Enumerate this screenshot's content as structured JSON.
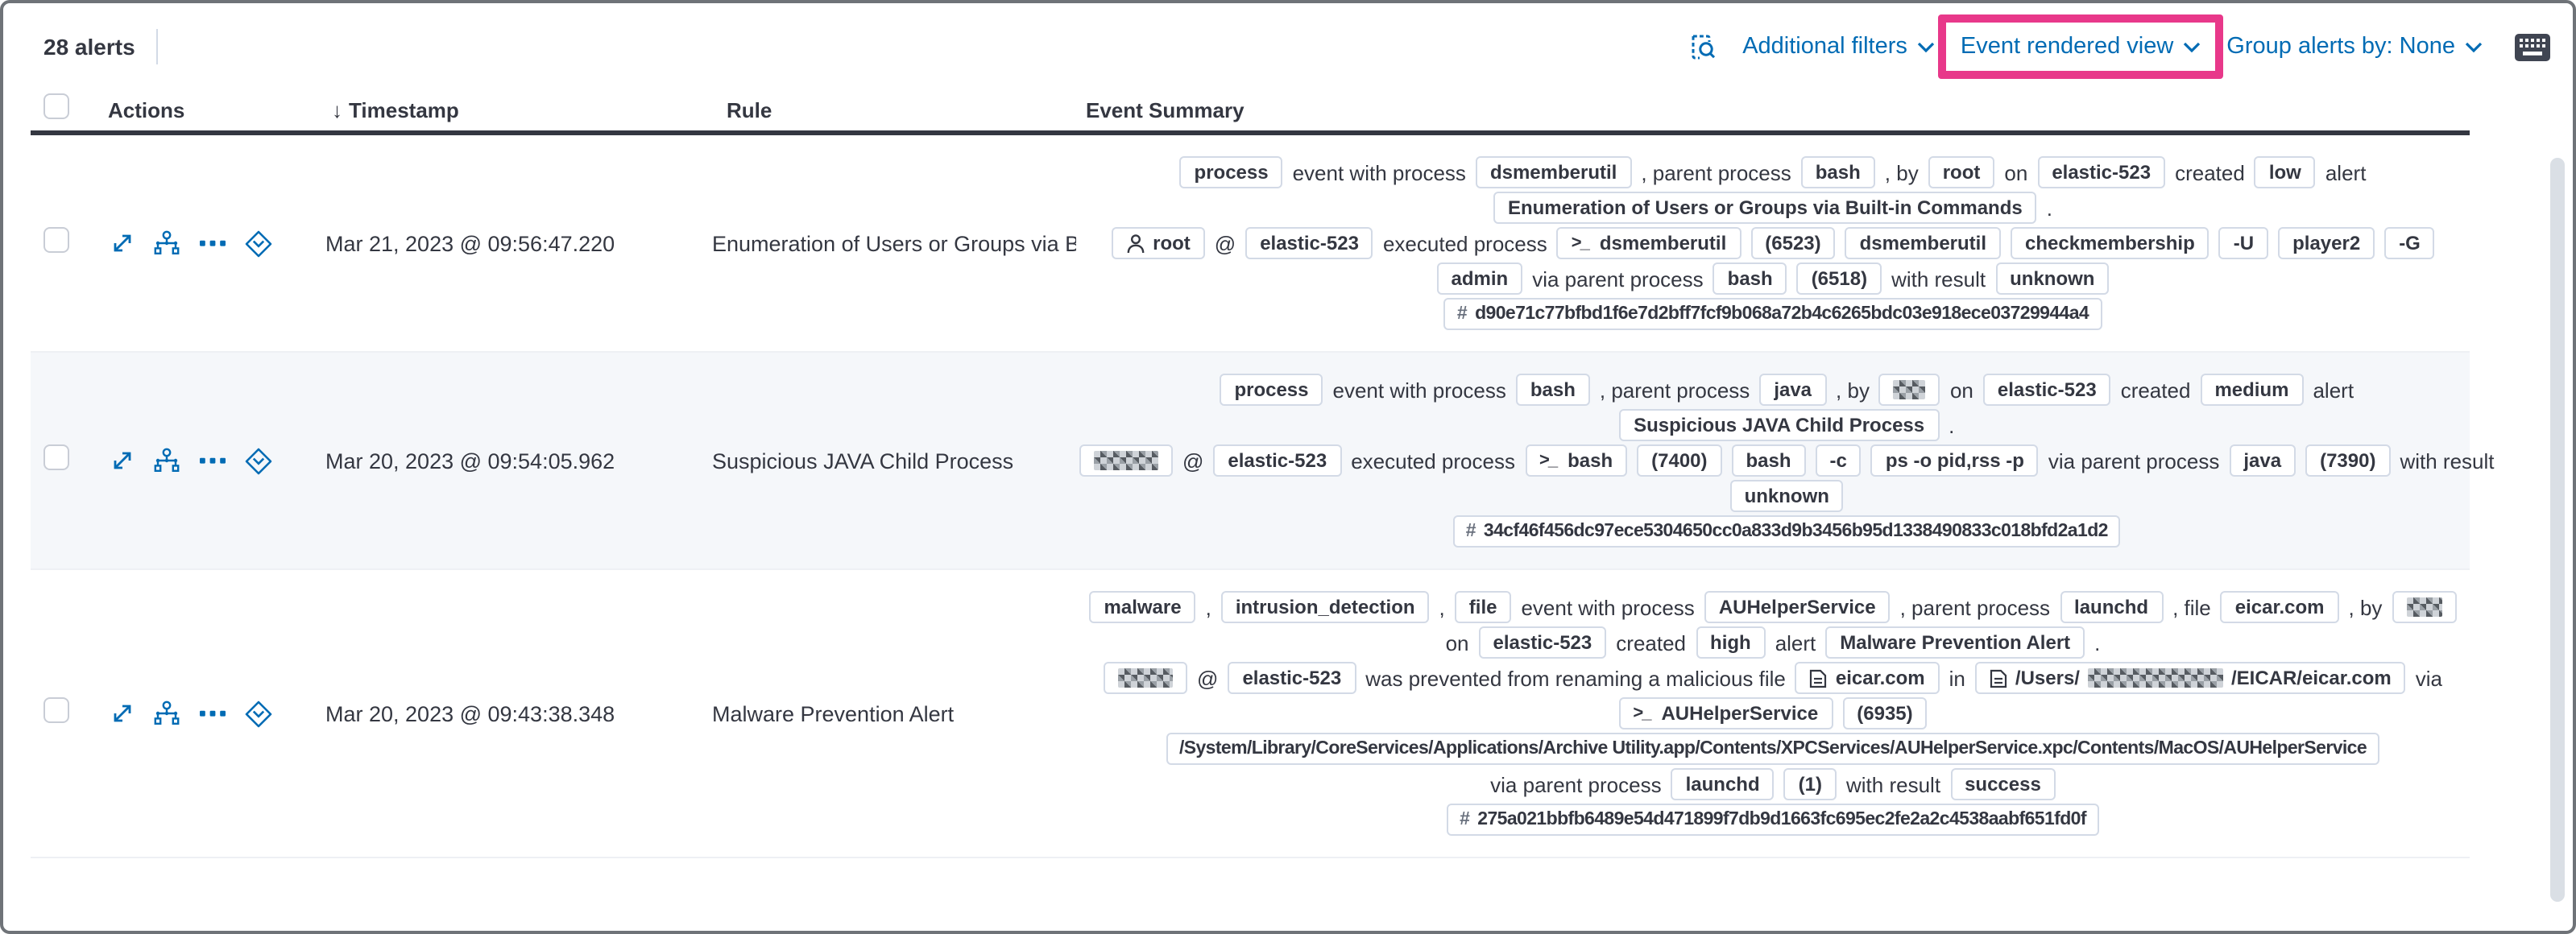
{
  "toolbar": {
    "alert_count": "28 alerts",
    "additional_filters_label": "Additional filters",
    "view_selector_label": "Event rendered view",
    "group_by_label": "Group alerts by: None"
  },
  "columns": {
    "actions": "Actions",
    "timestamp": "Timestamp",
    "rule": "Rule",
    "summary": "Event Summary"
  },
  "colors": {
    "accent": "#006bb4",
    "pink": "#e8388a",
    "text": "#343741",
    "subtle": "#d3dae6",
    "stripe": "#f5f7fa"
  },
  "rows": [
    {
      "timestamp": "Mar 21, 2023 @ 09:56:47.220",
      "rule": "Enumeration of Users or Groups via Bui",
      "lines": [
        [
          {
            "k": "badge",
            "v": "process"
          },
          {
            "k": "text",
            "v": "event with process"
          },
          {
            "k": "badge",
            "v": "dsmemberutil"
          },
          {
            "k": "text",
            "v": ", parent process"
          },
          {
            "k": "badge",
            "v": "bash"
          },
          {
            "k": "text",
            "v": ", by"
          },
          {
            "k": "badge",
            "v": "root"
          },
          {
            "k": "text",
            "v": "on"
          },
          {
            "k": "badge",
            "v": "elastic-523"
          },
          {
            "k": "text",
            "v": "created"
          },
          {
            "k": "badge",
            "v": "low"
          },
          {
            "k": "text",
            "v": "alert"
          }
        ],
        [
          {
            "k": "badge",
            "v": "Enumeration of Users or Groups via Built-in Commands"
          },
          {
            "k": "text",
            "v": "."
          }
        ],
        [
          {
            "k": "badge",
            "v": "root",
            "icon": "user"
          },
          {
            "k": "text",
            "v": "@"
          },
          {
            "k": "badge",
            "v": "elastic-523"
          },
          {
            "k": "text",
            "v": "executed process"
          },
          {
            "k": "badge",
            "v": "dsmemberutil",
            "icon": "terminal"
          },
          {
            "k": "badge",
            "v": "(6523)"
          },
          {
            "k": "badge",
            "v": "dsmemberutil"
          },
          {
            "k": "badge",
            "v": "checkmembership"
          },
          {
            "k": "badge",
            "v": "-U"
          },
          {
            "k": "badge",
            "v": "player2"
          },
          {
            "k": "badge",
            "v": "-G"
          }
        ],
        [
          {
            "k": "badge",
            "v": "admin"
          },
          {
            "k": "text",
            "v": "via parent process"
          },
          {
            "k": "badge",
            "v": "bash"
          },
          {
            "k": "badge",
            "v": "(6518)"
          },
          {
            "k": "text",
            "v": "with result"
          },
          {
            "k": "badge",
            "v": "unknown"
          }
        ],
        [
          {
            "k": "badge",
            "v": "d90e71c77bfbd1f6e7d2bff7fcf9b068a72b4c6265bdc03e918ece03729944a4",
            "icon": "hash"
          }
        ]
      ]
    },
    {
      "timestamp": "Mar 20, 2023 @ 09:54:05.962",
      "rule": "Suspicious JAVA Child Process",
      "lines": [
        [
          {
            "k": "badge",
            "v": "process"
          },
          {
            "k": "text",
            "v": "event with process"
          },
          {
            "k": "badge",
            "v": "bash"
          },
          {
            "k": "text",
            "v": ", parent process"
          },
          {
            "k": "badge",
            "v": "java"
          },
          {
            "k": "text",
            "v": ", by"
          },
          {
            "k": "badge",
            "redact": 20
          },
          {
            "k": "text",
            "v": "on"
          },
          {
            "k": "badge",
            "v": "elastic-523"
          },
          {
            "k": "text",
            "v": "created"
          },
          {
            "k": "badge",
            "v": "medium"
          },
          {
            "k": "text",
            "v": "alert"
          }
        ],
        [
          {
            "k": "badge",
            "v": "Suspicious JAVA Child Process"
          },
          {
            "k": "text",
            "v": "."
          }
        ],
        [
          {
            "k": "badge",
            "redact": 40
          },
          {
            "k": "text",
            "v": "@"
          },
          {
            "k": "badge",
            "v": "elastic-523"
          },
          {
            "k": "text",
            "v": "executed process"
          },
          {
            "k": "badge",
            "v": "bash",
            "icon": "terminal"
          },
          {
            "k": "badge",
            "v": "(7400)"
          },
          {
            "k": "badge",
            "v": "bash"
          },
          {
            "k": "badge",
            "v": "-c"
          },
          {
            "k": "badge",
            "v": "ps -o pid,rss -p"
          },
          {
            "k": "text",
            "v": "via parent process"
          },
          {
            "k": "badge",
            "v": "java"
          },
          {
            "k": "badge",
            "v": "(7390)"
          },
          {
            "k": "text",
            "v": "with result"
          }
        ],
        [
          {
            "k": "badge",
            "v": "unknown"
          }
        ],
        [
          {
            "k": "badge",
            "v": "34cf46f456dc97ece5304650cc0a833d9b3456b95d1338490833c018bfd2a1d2",
            "icon": "hash"
          }
        ]
      ]
    },
    {
      "timestamp": "Mar 20, 2023 @ 09:43:38.348",
      "rule": "Malware Prevention Alert",
      "lines": [
        [
          {
            "k": "badge",
            "v": "malware"
          },
          {
            "k": "text",
            "v": ","
          },
          {
            "k": "badge",
            "v": "intrusion_detection"
          },
          {
            "k": "text",
            "v": ","
          },
          {
            "k": "badge",
            "v": "file"
          },
          {
            "k": "text",
            "v": "event with process"
          },
          {
            "k": "badge",
            "v": "AUHelperService"
          },
          {
            "k": "text",
            "v": ", parent process"
          },
          {
            "k": "badge",
            "v": "launchd"
          },
          {
            "k": "text",
            "v": ", file"
          },
          {
            "k": "badge",
            "v": "eicar.com"
          },
          {
            "k": "text",
            "v": ", by"
          },
          {
            "k": "badge",
            "redact": 22
          }
        ],
        [
          {
            "k": "text",
            "v": "on"
          },
          {
            "k": "badge",
            "v": "elastic-523"
          },
          {
            "k": "text",
            "v": "created"
          },
          {
            "k": "badge",
            "v": "high"
          },
          {
            "k": "text",
            "v": "alert"
          },
          {
            "k": "badge",
            "v": "Malware Prevention Alert"
          },
          {
            "k": "text",
            "v": "."
          }
        ],
        [
          {
            "k": "badge",
            "redact": 34
          },
          {
            "k": "text",
            "v": "@"
          },
          {
            "k": "badge",
            "v": "elastic-523"
          },
          {
            "k": "text",
            "v": "was prevented from renaming a malicious file"
          },
          {
            "k": "badge",
            "v": "eicar.com",
            "icon": "file"
          },
          {
            "k": "text",
            "v": "in"
          },
          {
            "k": "badge",
            "icon": "file",
            "parts": [
              {
                "t": "/Users/"
              },
              {
                "r": 84
              },
              {
                "t": "/EICAR/eicar.com"
              }
            ]
          },
          {
            "k": "text",
            "v": "via"
          }
        ],
        [
          {
            "k": "badge",
            "v": "AUHelperService",
            "icon": "terminal"
          },
          {
            "k": "badge",
            "v": "(6935)"
          }
        ],
        [
          {
            "k": "badge",
            "v": "/System/Library/CoreServices/Applications/Archive Utility.app/Contents/XPCServices/AUHelperService.xpc/Contents/MacOS/AUHelperService"
          }
        ],
        [
          {
            "k": "text",
            "v": "via parent process"
          },
          {
            "k": "badge",
            "v": "launchd"
          },
          {
            "k": "badge",
            "v": "(1)"
          },
          {
            "k": "text",
            "v": "with result"
          },
          {
            "k": "badge",
            "v": "success"
          }
        ],
        [
          {
            "k": "badge",
            "v": "275a021bbfb6489e54d471899f7db9d1663fc695ec2fe2a2c4538aabf651fd0f",
            "icon": "hash"
          }
        ]
      ]
    }
  ]
}
